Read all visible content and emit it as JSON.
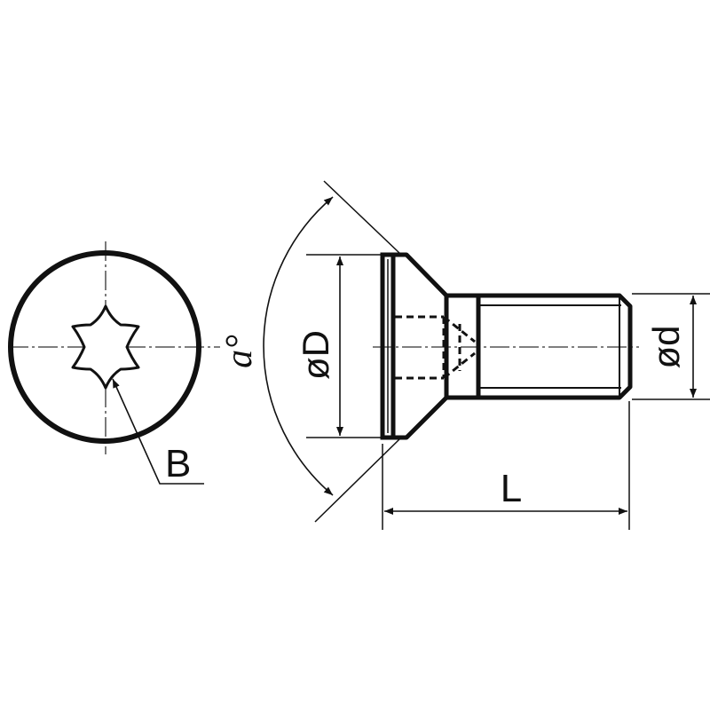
{
  "labels": {
    "drive": "B",
    "angle": "a°",
    "head_diameter": "øD",
    "shank_diameter": "ød",
    "length": "L"
  }
}
